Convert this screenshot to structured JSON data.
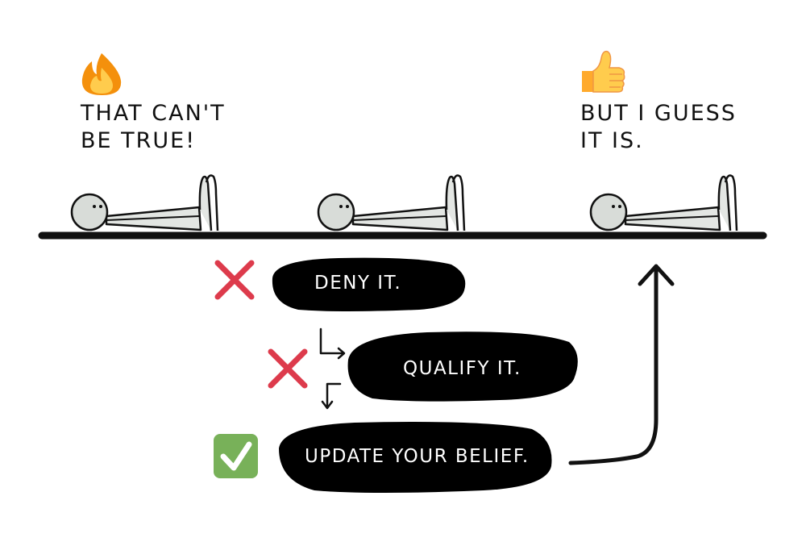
{
  "top_left_caption": "THAT CAN'T\nBE TRUE!",
  "top_right_caption": "BUT I GUESS\nIT IS.",
  "steps": [
    {
      "label": "DENY IT.",
      "status": "rejected",
      "status_icon": "red-x-icon"
    },
    {
      "label": "QUALIFY IT.",
      "status": "rejected",
      "status_icon": "red-x-icon"
    },
    {
      "label": "UPDATE YOUR BELIEF.",
      "status": "accepted",
      "status_icon": "green-check-icon"
    }
  ],
  "icons": {
    "left_reaction": "fire-icon",
    "right_reaction": "thumbs-up-icon"
  },
  "colors": {
    "reject": "#dd3b4c",
    "accept": "#78b159",
    "pill": "#000000",
    "figure": "#e3e6e3"
  }
}
